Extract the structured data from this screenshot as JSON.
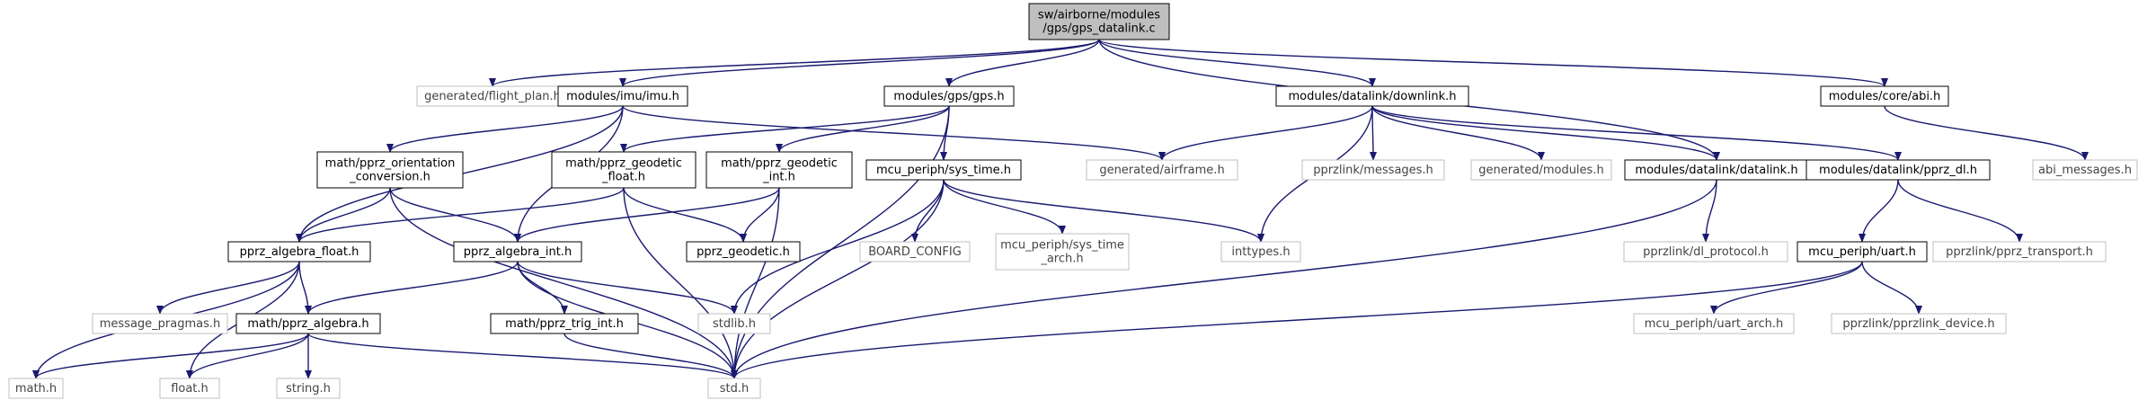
{
  "colors": {
    "edge": "#191970",
    "node_border": "#000000",
    "node_fill": "#ffffff",
    "root_fill": "#bfbfbf",
    "external_border": "#bfbfbf",
    "external_text": "#444444"
  },
  "nodes": [
    {
      "id": "root",
      "lines": [
        "sw/airborne/modules",
        "/gps/gps_datalink.c"
      ],
      "kind": "root"
    },
    {
      "id": "flight_plan",
      "lines": [
        "generated/flight_plan.h"
      ],
      "kind": "external"
    },
    {
      "id": "imu",
      "lines": [
        "modules/imu/imu.h"
      ],
      "kind": "normal"
    },
    {
      "id": "gps",
      "lines": [
        "modules/gps/gps.h"
      ],
      "kind": "normal"
    },
    {
      "id": "downlink",
      "lines": [
        "modules/datalink/downlink.h"
      ],
      "kind": "normal"
    },
    {
      "id": "abi",
      "lines": [
        "modules/core/abi.h"
      ],
      "kind": "normal"
    },
    {
      "id": "orient",
      "lines": [
        "math/pprz_orientation",
        "_conversion.h"
      ],
      "kind": "normal"
    },
    {
      "id": "geo_float",
      "lines": [
        "math/pprz_geodetic",
        "_float.h"
      ],
      "kind": "normal"
    },
    {
      "id": "geo_int",
      "lines": [
        "math/pprz_geodetic",
        "_int.h"
      ],
      "kind": "normal"
    },
    {
      "id": "sys_time",
      "lines": [
        "mcu_periph/sys_time.h"
      ],
      "kind": "normal"
    },
    {
      "id": "airframe",
      "lines": [
        "generated/airframe.h"
      ],
      "kind": "external"
    },
    {
      "id": "messages",
      "lines": [
        "pprzlink/messages.h"
      ],
      "kind": "external"
    },
    {
      "id": "modules_h",
      "lines": [
        "generated/modules.h"
      ],
      "kind": "external"
    },
    {
      "id": "datalink",
      "lines": [
        "modules/datalink/datalink.h"
      ],
      "kind": "normal"
    },
    {
      "id": "pprz_dl",
      "lines": [
        "modules/datalink/pprz_dl.h"
      ],
      "kind": "normal"
    },
    {
      "id": "abi_msgs",
      "lines": [
        "abi_messages.h"
      ],
      "kind": "external"
    },
    {
      "id": "alg_float",
      "lines": [
        "pprz_algebra_float.h"
      ],
      "kind": "normal"
    },
    {
      "id": "alg_int",
      "lines": [
        "pprz_algebra_int.h"
      ],
      "kind": "normal"
    },
    {
      "id": "geodetic",
      "lines": [
        "pprz_geodetic.h"
      ],
      "kind": "normal"
    },
    {
      "id": "board_config",
      "lines": [
        "BOARD_CONFIG"
      ],
      "kind": "external"
    },
    {
      "id": "sys_time_arch",
      "lines": [
        "mcu_periph/sys_time",
        "_arch.h"
      ],
      "kind": "external"
    },
    {
      "id": "inttypes",
      "lines": [
        "inttypes.h"
      ],
      "kind": "external"
    },
    {
      "id": "dl_protocol",
      "lines": [
        "pprzlink/dl_protocol.h"
      ],
      "kind": "external"
    },
    {
      "id": "uart",
      "lines": [
        "mcu_periph/uart.h"
      ],
      "kind": "normal"
    },
    {
      "id": "pprz_transport",
      "lines": [
        "pprzlink/pprz_transport.h"
      ],
      "kind": "external"
    },
    {
      "id": "msg_pragmas",
      "lines": [
        "message_pragmas.h"
      ],
      "kind": "external"
    },
    {
      "id": "pprz_algebra",
      "lines": [
        "math/pprz_algebra.h"
      ],
      "kind": "normal"
    },
    {
      "id": "stdlib",
      "lines": [
        "stdlib.h"
      ],
      "kind": "external"
    },
    {
      "id": "trig_int",
      "lines": [
        "math/pprz_trig_int.h"
      ],
      "kind": "normal"
    },
    {
      "id": "uart_arch",
      "lines": [
        "mcu_periph/uart_arch.h"
      ],
      "kind": "external"
    },
    {
      "id": "pprzlink_device",
      "lines": [
        "pprzlink/pprzlink_device.h"
      ],
      "kind": "external"
    },
    {
      "id": "math",
      "lines": [
        "math.h"
      ],
      "kind": "external"
    },
    {
      "id": "float",
      "lines": [
        "float.h"
      ],
      "kind": "external"
    },
    {
      "id": "string",
      "lines": [
        "string.h"
      ],
      "kind": "external"
    },
    {
      "id": "std",
      "lines": [
        "std.h"
      ],
      "kind": "external"
    }
  ],
  "edges": [
    [
      "root",
      "flight_plan"
    ],
    [
      "root",
      "imu"
    ],
    [
      "root",
      "gps"
    ],
    [
      "root",
      "downlink"
    ],
    [
      "root",
      "datalink"
    ],
    [
      "root",
      "abi"
    ],
    [
      "imu",
      "airframe"
    ],
    [
      "imu",
      "alg_float"
    ],
    [
      "imu",
      "alg_int"
    ],
    [
      "imu",
      "orient"
    ],
    [
      "gps",
      "std"
    ],
    [
      "gps",
      "geo_float"
    ],
    [
      "gps",
      "geo_int"
    ],
    [
      "gps",
      "sys_time"
    ],
    [
      "downlink",
      "airframe"
    ],
    [
      "downlink",
      "messages"
    ],
    [
      "downlink",
      "modules_h"
    ],
    [
      "downlink",
      "datalink"
    ],
    [
      "downlink",
      "pprz_dl"
    ],
    [
      "downlink",
      "inttypes"
    ],
    [
      "abi",
      "abi_msgs"
    ],
    [
      "orient",
      "alg_float"
    ],
    [
      "orient",
      "alg_int"
    ],
    [
      "orient",
      "std"
    ],
    [
      "geo_float",
      "alg_float"
    ],
    [
      "geo_float",
      "geodetic"
    ],
    [
      "geo_float",
      "std"
    ],
    [
      "geo_int",
      "alg_int"
    ],
    [
      "geo_int",
      "geodetic"
    ],
    [
      "geo_int",
      "std"
    ],
    [
      "sys_time",
      "stdlib"
    ],
    [
      "sys_time",
      "board_config"
    ],
    [
      "sys_time",
      "sys_time_arch"
    ],
    [
      "sys_time",
      "inttypes"
    ],
    [
      "sys_time",
      "std"
    ],
    [
      "datalink",
      "std"
    ],
    [
      "datalink",
      "dl_protocol"
    ],
    [
      "pprz_dl",
      "uart"
    ],
    [
      "pprz_dl",
      "pprz_transport"
    ],
    [
      "alg_float",
      "msg_pragmas"
    ],
    [
      "alg_float",
      "pprz_algebra"
    ],
    [
      "alg_float",
      "math"
    ],
    [
      "alg_float",
      "float"
    ],
    [
      "alg_int",
      "pprz_algebra"
    ],
    [
      "alg_int",
      "trig_int"
    ],
    [
      "alg_int",
      "stdlib"
    ],
    [
      "alg_int",
      "std"
    ],
    [
      "pprz_algebra",
      "math"
    ],
    [
      "pprz_algebra",
      "float"
    ],
    [
      "pprz_algebra",
      "string"
    ],
    [
      "pprz_algebra",
      "std"
    ],
    [
      "trig_int",
      "std"
    ],
    [
      "uart",
      "uart_arch"
    ],
    [
      "uart",
      "pprzlink_device"
    ],
    [
      "uart",
      "std"
    ]
  ]
}
